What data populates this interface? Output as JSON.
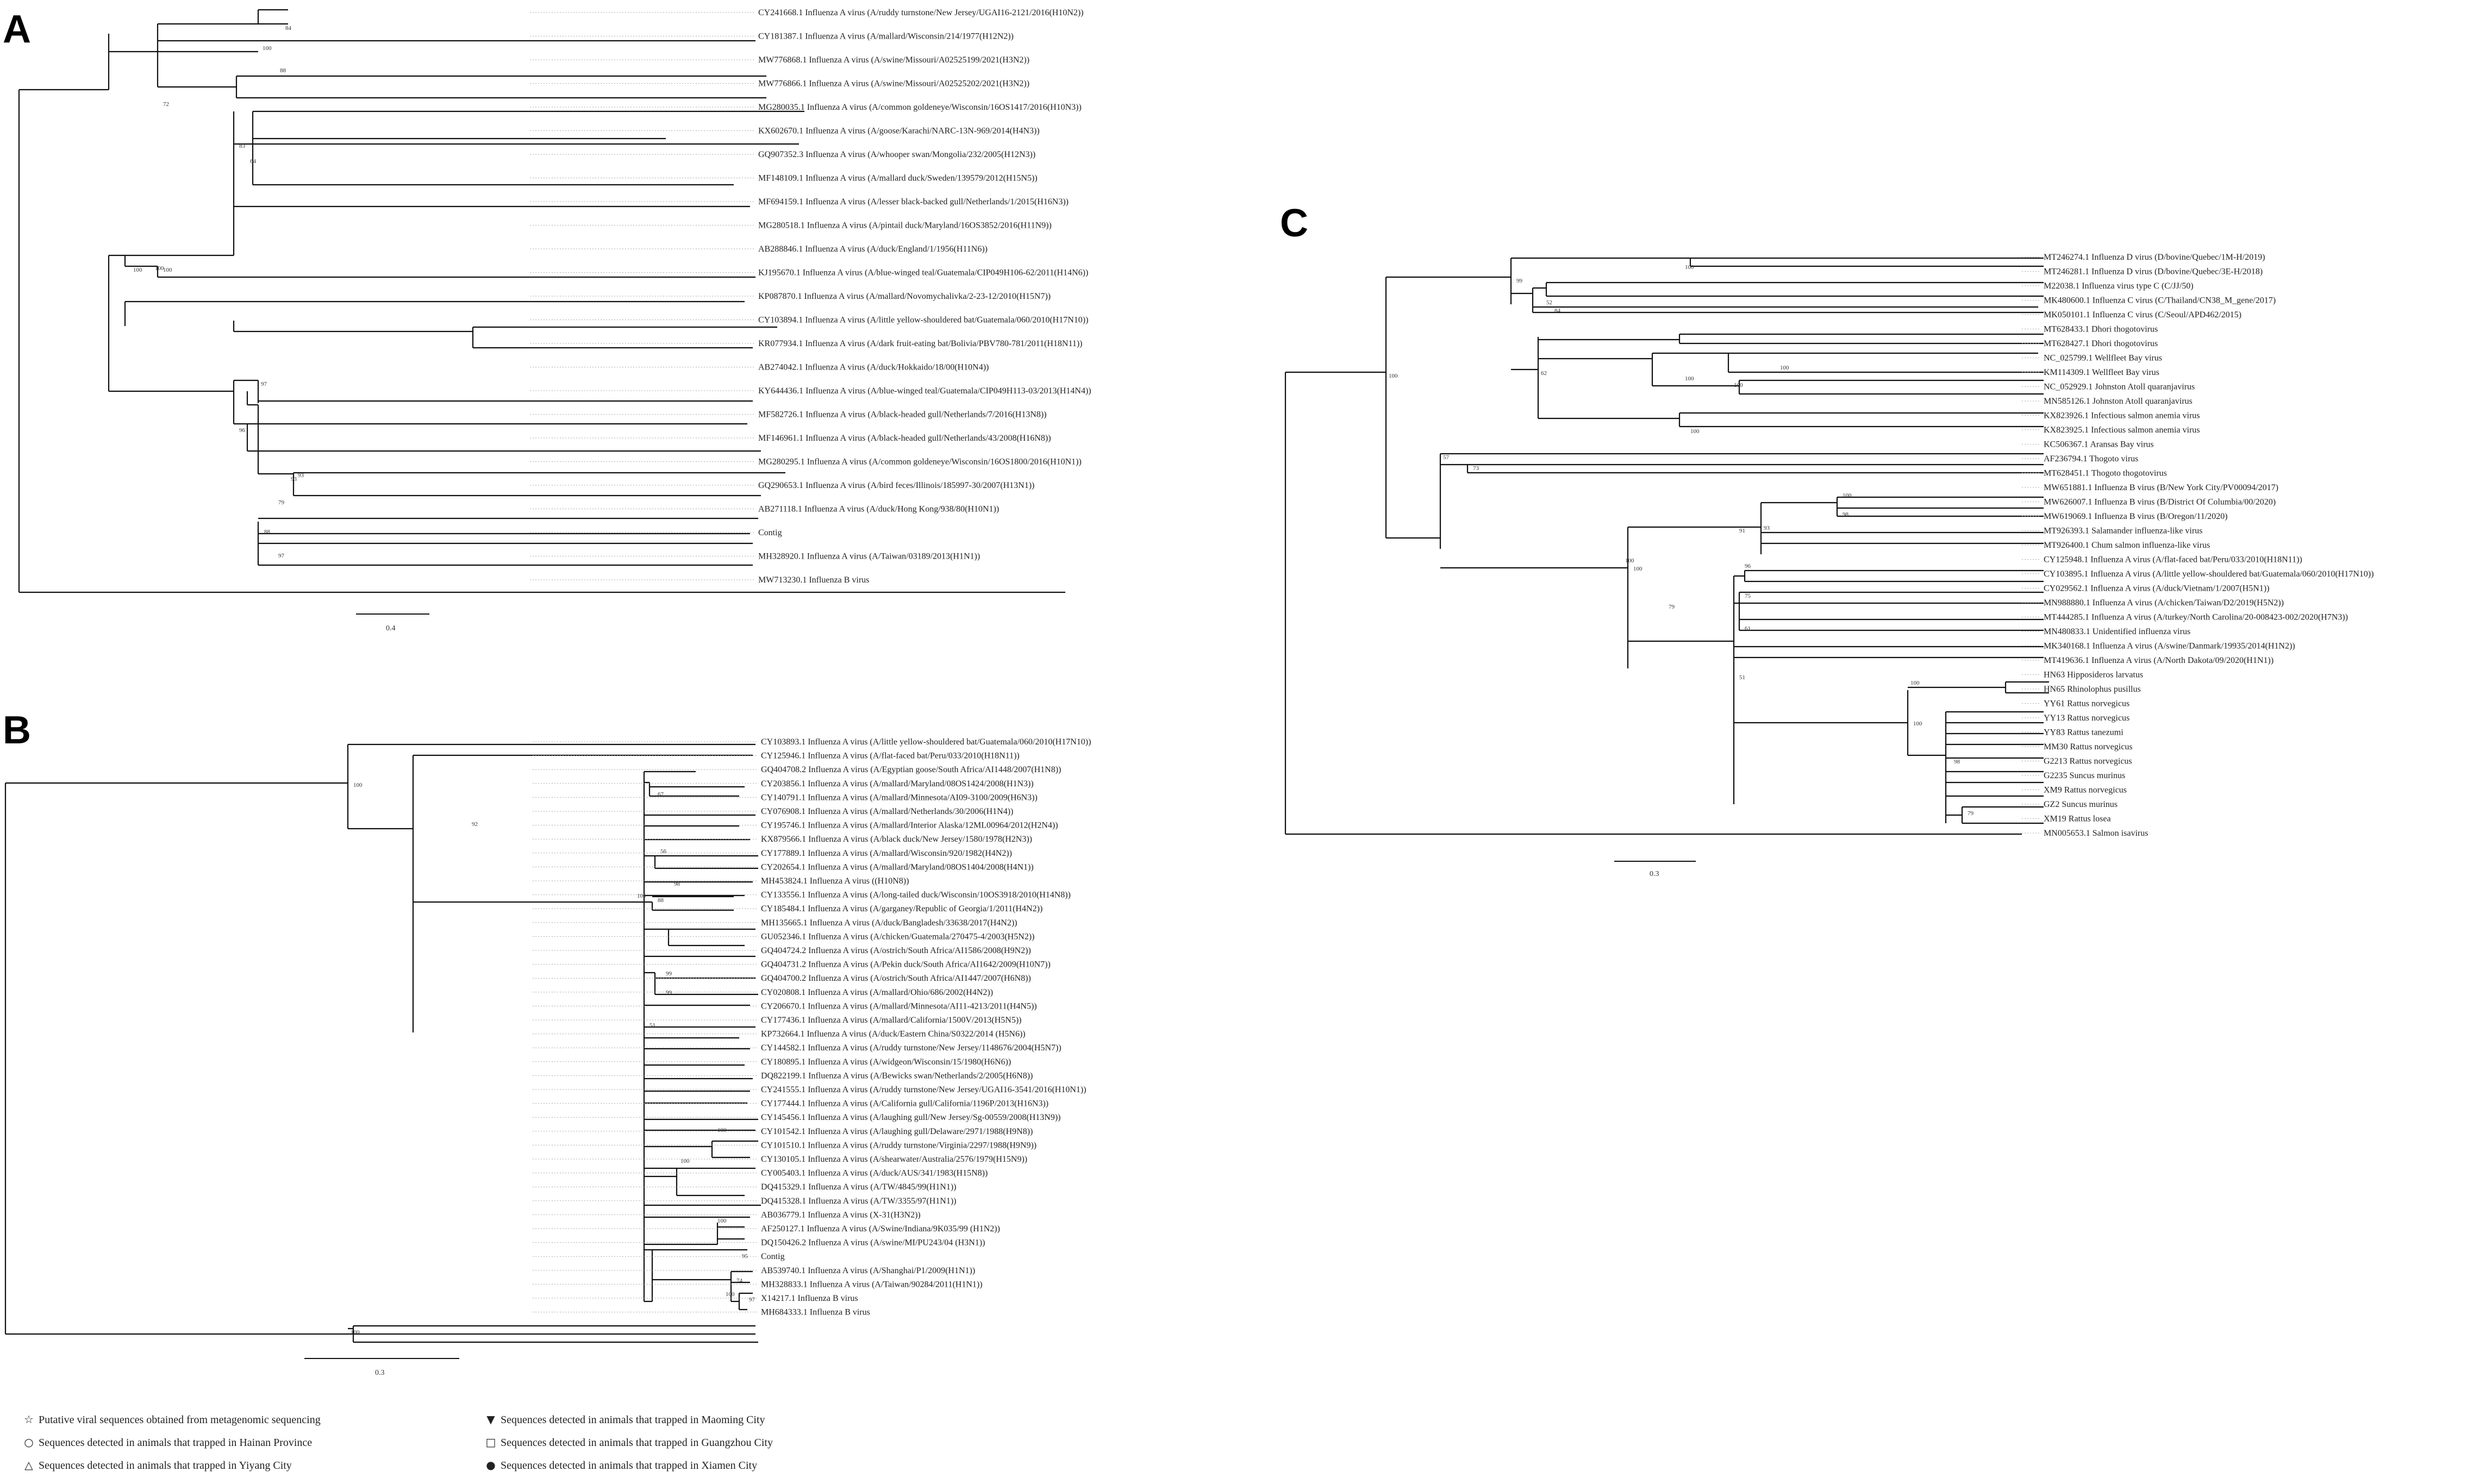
{
  "panels": [
    {
      "letter": "A",
      "scale_label": "0.4",
      "leaves": [
        "CY241668.1 Influenza A virus (A/ruddy turnstone/New Jersey/UGAI16-2121/2016(H10N2))",
        "CY181387.1 Influenza A virus (A/mallard/Wisconsin/214/1977(H12N2))",
        "MW776868.1 Influenza A virus (A/swine/Missouri/A02525199/2021(H3N2))",
        "MW776866.1 Influenza A virus (A/swine/Missouri/A02525202/2021(H3N2))",
        "MG280035.1 Influenza A virus (A/common goldeneye/Wisconsin/16OS1417/2016(H10N3))",
        "KX602670.1 Influenza A virus (A/goose/Karachi/NARC-13N-969/2014(H4N3))",
        "GQ907352.3 Influenza A virus (A/whooper swan/Mongolia/232/2005(H12N3))",
        "MF148109.1 Influenza A virus (A/mallard duck/Sweden/139579/2012(H15N5))",
        "MF694159.1 Influenza A virus (A/lesser black-backed gull/Netherlands/1/2015(H16N3))",
        "MG280518.1 Influenza A virus (A/pintail duck/Maryland/16OS3852/2016(H11N9))",
        "AB288846.1 Influenza A virus (A/duck/England/1/1956(H11N6))",
        "KJ195670.1 Influenza A virus (A/blue-winged teal/Guatemala/CIP049H106-62/2011(H14N6))",
        "KP087870.1 Influenza A virus (A/mallard/Novomychalivka/2-23-12/2010(H15N7))",
        "CY103894.1 Influenza A virus (A/little yellow-shouldered bat/Guatemala/060/2010(H17N10))",
        "KR077934.1 Influenza A virus (A/dark fruit-eating bat/Bolivia/PBV780-781/2011(H18N11))",
        "AB274042.1 Influenza A virus (A/duck/Hokkaido/18/00(H10N4))",
        "KY644436.1 Influenza A virus (A/blue-winged teal/Guatemala/CIP049H113-03/2013(H14N4))",
        "MF582726.1 Influenza A virus (A/black-headed gull/Netherlands/7/2016(H13N8))",
        "MF146961.1 Influenza A virus (A/black-headed gull/Netherlands/43/2008(H16N8))",
        "MG280295.1 Influenza A virus (A/common goldeneye/Wisconsin/16OS1800/2016(H10N1))",
        "GQ290653.1 Influenza A virus (A/bird feces/Illinois/185997-30/2007(H13N1))",
        "AB271118.1 Influenza A virus (A/duck/Hong Kong/938/80(H10N1))",
        "Contig",
        "MH328920.1 Influenza A virus (A/Taiwan/03189/2013(H1N1))",
        "MW713230.1 Influenza B virus"
      ],
      "bootstraps": [
        "84",
        "100",
        "88",
        "72",
        "83",
        "64",
        "100",
        "100",
        "100",
        "97",
        "96",
        "93",
        "93",
        "79",
        "88",
        "97"
      ]
    },
    {
      "letter": "B",
      "scale_label": "0.3",
      "leaves": [
        "CY103893.1 Influenza A virus (A/little yellow-shouldered bat/Guatemala/060/2010(H17N10))",
        "CY125946.1 Influenza A virus (A/flat-faced bat/Peru/033/2010(H18N11))",
        "GQ404708.2 Influenza A virus (A/Egyptian goose/South Africa/AI1448/2007(H1N8))",
        "CY203856.1 Influenza A virus (A/mallard/Maryland/08OS1424/2008(H1N3))",
        "CY140791.1 Influenza A virus (A/mallard/Minnesota/AI09-3100/2009(H6N3))",
        "CY076908.1 Influenza A virus (A/mallard/Netherlands/30/2006(H1N4))",
        "CY195746.1 Influenza A virus (A/mallard/Interior Alaska/12ML00964/2012(H2N4))",
        "KX879566.1 Influenza A virus (A/black duck/New Jersey/1580/1978(H2N3))",
        "CY177889.1 Influenza A virus (A/mallard/Wisconsin/920/1982(H4N2))",
        "CY202654.1 Influenza A virus (A/mallard/Maryland/08OS1404/2008(H4N1))",
        "MH453824.1 Influenza A virus ((H10N8))",
        "CY133556.1 Influenza A virus (A/long-tailed duck/Wisconsin/10OS3918/2010(H14N8))",
        "CY185484.1 Influenza A virus (A/garganey/Republic of Georgia/1/2011(H4N2))",
        "MH135665.1 Influenza A virus (A/duck/Bangladesh/33638/2017(H4N2))",
        "GU052346.1 Influenza A virus (A/chicken/Guatemala/270475-4/2003(H5N2))",
        "GQ404724.2 Influenza A virus (A/ostrich/South Africa/AI1586/2008(H9N2))",
        "GQ404731.2 Influenza A virus (A/Pekin duck/South Africa/AI1642/2009(H10N7))",
        "GQ404700.2 Influenza A virus (A/ostrich/South Africa/AI1447/2007(H6N8))",
        "CY020808.1 Influenza A virus (A/mallard/Ohio/686/2002(H4N2))",
        "CY206670.1 Influenza A virus (A/mallard/Minnesota/AI11-4213/2011(H4N5))",
        "CY177436.1 Influenza A virus (A/mallard/California/1500V/2013(H5N5))",
        "KP732664.1 Influenza A virus (A/duck/Eastern China/S0322/2014 (H5N6))",
        "CY144582.1 Influenza A virus (A/ruddy turnstone/New Jersey/1148676/2004(H5N7))",
        "CY180895.1 Influenza A virus (A/widgeon/Wisconsin/15/1980(H6N6))",
        "DQ822199.1 Influenza A virus (A/Bewicks swan/Netherlands/2/2005(H6N8))",
        "CY241555.1 Influenza A virus (A/ruddy turnstone/New Jersey/UGAI16-3541/2016(H10N1))",
        "CY177444.1 Influenza A virus (A/California gull/California/1196P/2013(H16N3))",
        "CY145456.1 Influenza A virus (A/laughing gull/New Jersey/Sg-00559/2008(H13N9))",
        "CY101542.1 Influenza A virus (A/laughing gull/Delaware/2971/1988(H9N8))",
        "CY101510.1 Influenza A virus (A/ruddy turnstone/Virginia/2297/1988(H9N9))",
        "CY130105.1 Influenza A virus (A/shearwater/Australia/2576/1979(H15N9))",
        "CY005403.1 Influenza A virus (A/duck/AUS/341/1983(H15N8))",
        "DQ415329.1 Influenza A virus (A/TW/4845/99(H1N1))",
        "DQ415328.1 Influenza A virus (A/TW/3355/97(H1N1))",
        "AB036779.1 Influenza A virus (X-31(H3N2))",
        "AF250127.1 Influenza A virus (A/Swine/Indiana/9K035/99 (H1N2))",
        "DQ150426.2 Influenza A virus (A/swine/MI/PU243/04 (H3N1))",
        "Contig",
        "AB539740.1 Influenza A virus (A/Shanghai/P1/2009(H1N1))",
        "MH328833.1 Influenza A virus (A/Taiwan/90284/2011(H1N1))",
        "X14217.1 Influenza B virus",
        "MH684333.1 Influenza B virus"
      ],
      "bootstraps": [
        "100",
        "92",
        "67",
        "56",
        "98",
        "100",
        "88",
        "99",
        "99",
        "51",
        "100",
        "100",
        "100",
        "74",
        "95",
        "100",
        "97",
        "100"
      ]
    },
    {
      "letter": "C",
      "scale_label": "0.3",
      "leaves": [
        "MT246274.1 Influenza D virus (D/bovine/Quebec/1M-H/2019)",
        "MT246281.1 Influenza D virus (D/bovine/Quebec/3E-H/2018)",
        "M22038.1 Influenza virus type C (C/JJ/50)",
        "MK480600.1 Influenza C virus (C/Thailand/CN38_M_gene/2017)",
        "MK050101.1 Influenza C virus (C/Seoul/APD462/2015)",
        "MT628433.1 Dhori thogotovirus",
        "MT628427.1 Dhori thogotovirus",
        "NC_025799.1 Wellfleet Bay virus",
        "KM114309.1 Wellfleet Bay virus",
        "NC_052929.1 Johnston Atoll quaranjavirus",
        "MN585126.1 Johnston Atoll quaranjavirus",
        "KX823926.1 Infectious salmon anemia virus",
        "KX823925.1 Infectious salmon anemia virus",
        "KC506367.1 Aransas Bay virus",
        "AF236794.1 Thogoto virus",
        "MT628451.1 Thogoto thogotovirus",
        "MW651881.1 Influenza B virus (B/New York City/PV00094/2017)",
        "MW626007.1 Influenza B virus (B/District Of Columbia/00/2020)",
        "MW619069.1 Influenza B virus (B/Oregon/11/2020)",
        "MT926393.1 Salamander influenza-like virus",
        "MT926400.1 Chum salmon influenza-like virus",
        "CY125948.1 Influenza A virus (A/flat-faced bat/Peru/033/2010(H18N11))",
        "CY103895.1 Influenza A virus (A/little yellow-shouldered bat/Guatemala/060/2010(H17N10))",
        "CY029562.1 Influenza A virus (A/duck/Vietnam/1/2007(H5N1))",
        "MN988880.1 Influenza A virus (A/chicken/Taiwan/D2/2019(H5N2))",
        "MT444285.1 Influenza A virus (A/turkey/North Carolina/20-008423-002/2020(H7N3))",
        "MN480833.1 Unidentified influenza virus",
        "MK340168.1 Influenza A virus (A/swine/Danmark/19935/2014(H1N2))",
        "MT419636.1 Influenza A virus (A/North Dakota/09/2020(H1N1))",
        "HN63 Hipposideros larvatus",
        "HN65 Rhinolophus pusillus",
        "YY61 Rattus norvegicus",
        "YY13 Rattus norvegicus",
        "YY83 Rattus tanezumi",
        "MM30 Rattus norvegicus",
        "G2213 Rattus norvegicus",
        "G2235 Suncus murinus",
        "XM9 Rattus norvegicus",
        "GZ2 Suncus murinus",
        "XM19 Rattus losea",
        "MN005653.1 Salmon isavirus"
      ],
      "bootstraps": [
        "100",
        "99",
        "52",
        "84",
        "100",
        "62",
        "100",
        "100",
        "100",
        "100",
        "57",
        "73",
        "100",
        "100",
        "93",
        "98",
        "91",
        "100",
        "96",
        "79",
        "75",
        "61",
        "51",
        "100",
        "100",
        "98",
        "79"
      ]
    }
  ],
  "legend": [
    {
      "icon": "white-star",
      "symbol": "☆",
      "text": "Putative viral sequences obtained from metagenomic sequencing"
    },
    {
      "icon": "hollow-circle",
      "symbol": "○",
      "text": "Sequences detected in animals that trapped in Hainan Province"
    },
    {
      "icon": "hollow-triangle",
      "symbol": "△",
      "text": "Sequences detected in animals that trapped in Yiyang City"
    },
    {
      "icon": "filled-down-triangle",
      "symbol": "▼",
      "text": "Sequences detected in animals that trapped in Maoming City"
    },
    {
      "icon": "hollow-square",
      "symbol": "□",
      "text": "Sequences detected in animals that trapped in Guangzhou City"
    },
    {
      "icon": "filled-circle",
      "symbol": "●",
      "text": "Sequences detected in animals that trapped in Xiamen City"
    }
  ]
}
